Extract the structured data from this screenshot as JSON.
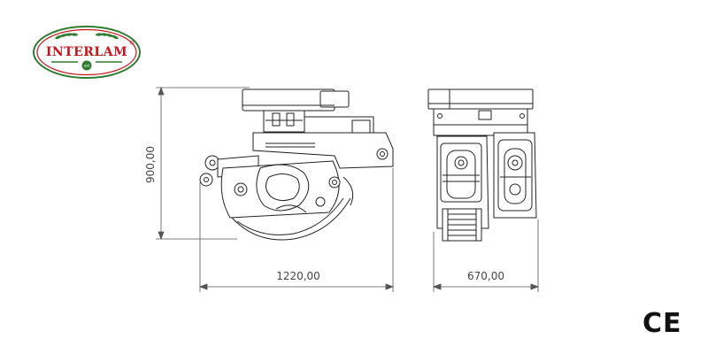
{
  "logo": {
    "brand": "INTERLAM",
    "badge": "srl"
  },
  "drawing": {
    "dim_height": "900,00",
    "dim_width_side": "1220,00",
    "dim_width_front": "670,00"
  },
  "certification": {
    "mark": "CE"
  }
}
